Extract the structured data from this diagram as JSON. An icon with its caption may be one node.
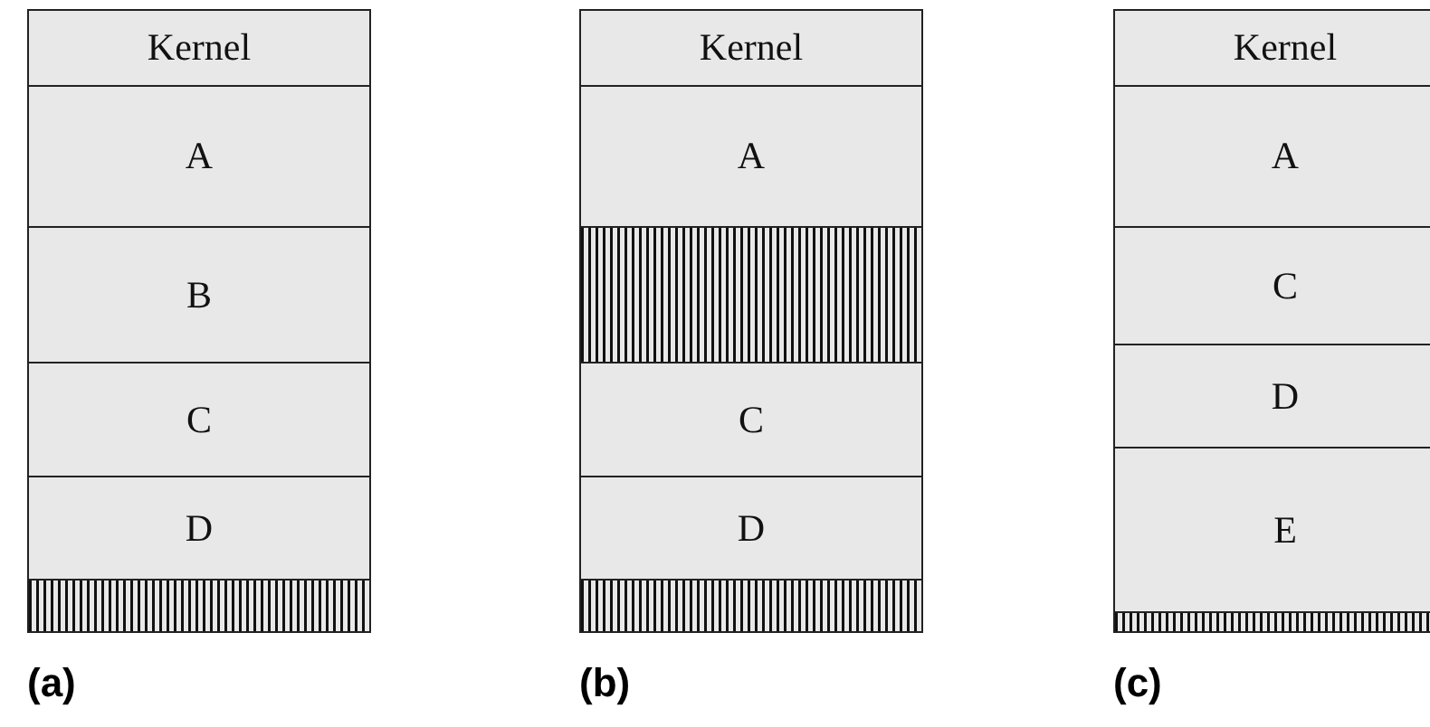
{
  "diagram": {
    "nodes": [
      {
        "text": [
          "Kernel"
        ]
      },
      {
        "text": [
          "A"
        ]
      },
      {
        "text": [
          "B"
        ]
      },
      {
        "text": [
          "C"
        ]
      },
      {
        "text": [
          "D"
        ]
      },
      {
        "text": [],
        "shape": "box"
      },
      {
        "text": [
          "Kernel"
        ]
      },
      {
        "text": [
          "A"
        ]
      },
      {
        "text": [],
        "shape": "box"
      },
      {
        "text": [
          "C"
        ]
      },
      {
        "text": [
          "D"
        ]
      },
      {
        "text": [],
        "shape": "box"
      },
      {
        "text": [
          "Kernel"
        ]
      },
      {
        "text": [
          "A"
        ]
      },
      {
        "text": [
          "C"
        ]
      },
      {
        "text": [
          "D"
        ]
      },
      {
        "text": [
          "E"
        ]
      },
      {
        "text": [],
        "shape": "box"
      }
    ],
    "edges": [],
    "labels": [
      "(a)",
      "(b)",
      "(c)"
    ]
  }
}
